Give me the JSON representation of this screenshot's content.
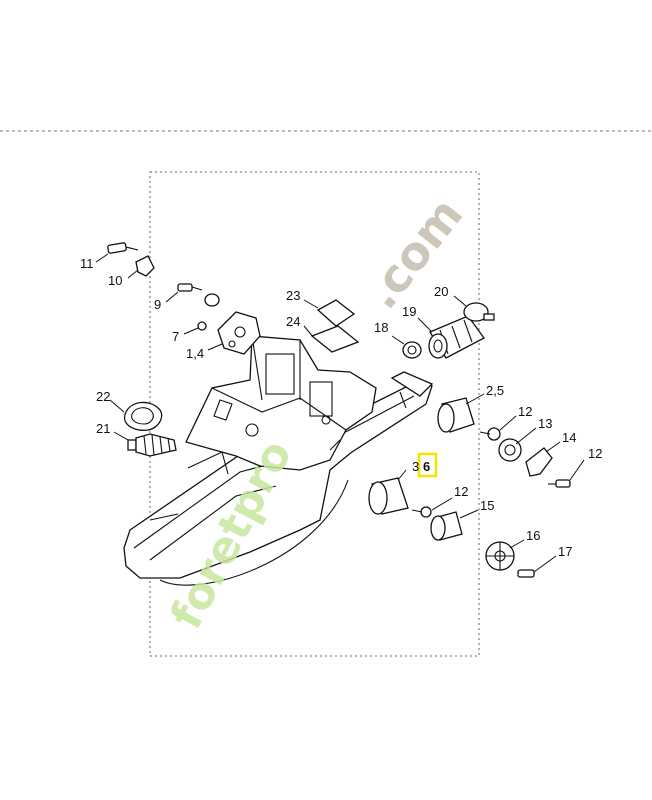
{
  "watermark": {
    "text_brand": "foretpro",
    "text_domain": ".com",
    "color_green": "#c8e6a0",
    "color_brown": "#cfc6bb"
  },
  "highlight_color": "#f2e600",
  "callouts": {
    "c11": "11",
    "c10": "10",
    "c9": "9",
    "c7": "7",
    "c1_4": "1,4",
    "c23": "23",
    "c24": "24",
    "c18": "18",
    "c19": "19",
    "c20": "20",
    "c22": "22",
    "c21": "21",
    "c2_5": "2,5",
    "c12a": "12",
    "c13": "13",
    "c14": "14",
    "c12b": "12",
    "c3": "3",
    "c6": "6",
    "c12c": "12",
    "c15": "15",
    "c16": "16",
    "c17": "17"
  }
}
